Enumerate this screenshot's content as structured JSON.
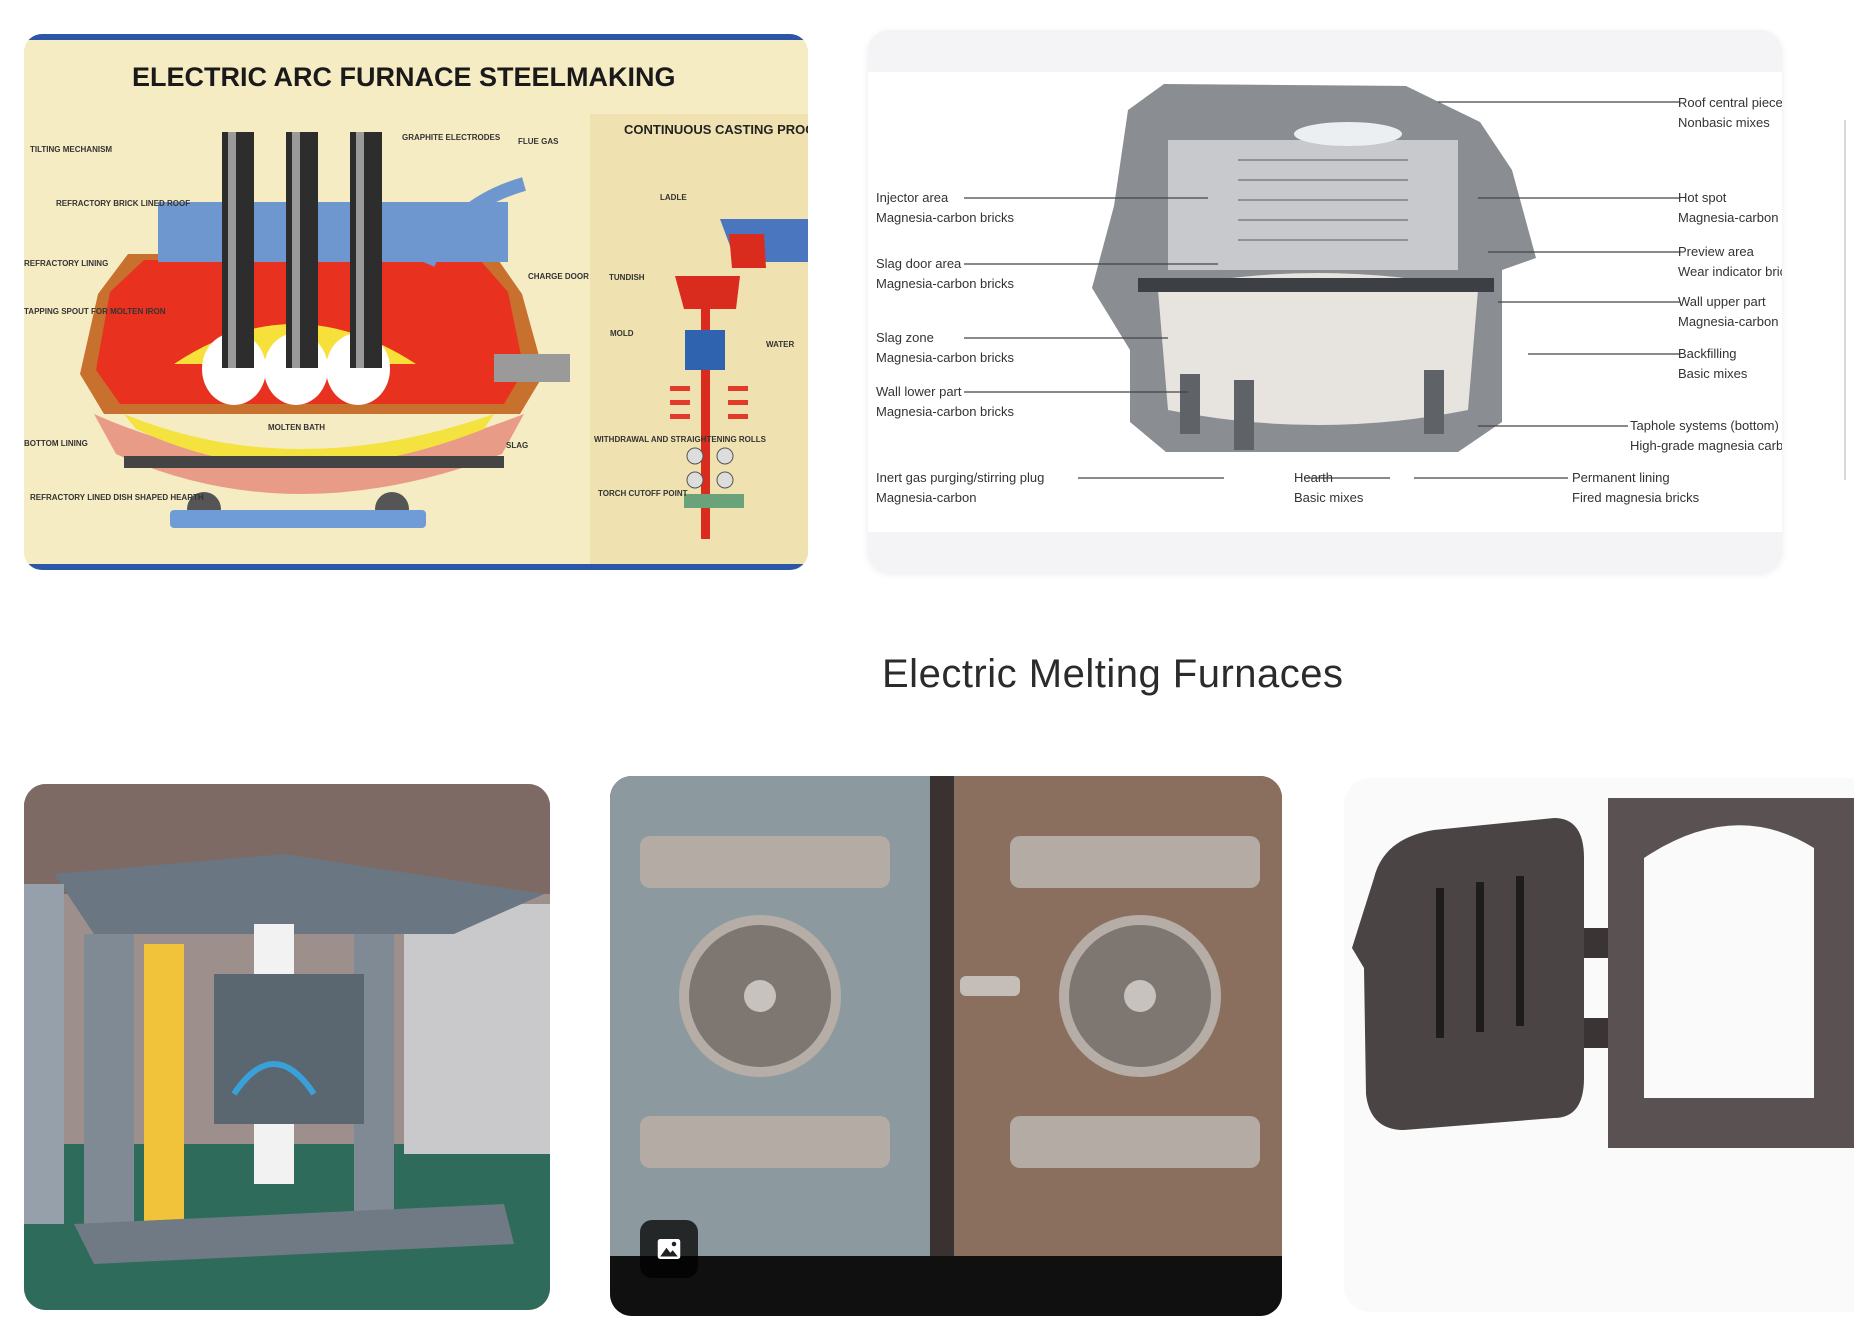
{
  "section_title": "Electric Melting Furnaces",
  "cards": {
    "eaf": {
      "title": "ELECTRIC ARC FURNACE STEELMAKING",
      "subtitle": "CONTINUOUS CASTING PROCESS",
      "labels": {
        "tilting": "TILTING MECHANISM",
        "graphite": "GRAPHITE ELECTRODES",
        "flue": "FLUE GAS",
        "roof": "REFRACTORY BRICK LINED ROOF",
        "refr": "REFRACTORY LINING",
        "tapping": "TAPPING SPOUT FOR MOLTEN IRON",
        "charge": "CHARGE DOOR",
        "bath": "MOLTEN BATH",
        "bottom": "BOTTOM LINING",
        "dish": "REFRACTORY LINED DISH SHAPED HEARTH",
        "slag": "SLAG",
        "ladle": "LADLE",
        "tundish": "TUNDISH",
        "mold": "MOLD",
        "water": "WATER",
        "rolls": "WITHDRAWAL AND STRAIGHTENING ROLLS",
        "torch": "TORCH CUTOFF POINT"
      }
    },
    "cutaway": {
      "labels": [
        {
          "a": "Roof central piece",
          "b": "Nonbasic mixes"
        },
        {
          "a": "Injector area",
          "b": "Magnesia-carbon bricks"
        },
        {
          "a": "Hot spot",
          "b": "Magnesia-carbon"
        },
        {
          "a": "Slag door area",
          "b": "Magnesia-carbon bricks"
        },
        {
          "a": "Preview area",
          "b": "Wear indicator bricks"
        },
        {
          "a": "Wall upper part",
          "b": "Magnesia-carbon"
        },
        {
          "a": "Slag zone",
          "b": "Magnesia-carbon bricks"
        },
        {
          "a": "Backfilling",
          "b": "Basic mixes"
        },
        {
          "a": "Wall lower part",
          "b": "Magnesia-carbon bricks"
        },
        {
          "a": "Taphole systems (bottom)",
          "b": "High-grade magnesia carbon"
        },
        {
          "a": "Inert gas purging/stirring plug",
          "b": "Magnesia-carbon"
        },
        {
          "a": "Hearth",
          "b": "Basic mixes"
        },
        {
          "a": "Permanent lining",
          "b": "Fired magnesia bricks"
        }
      ]
    }
  },
  "colors": {
    "flame_red": "#e8321f",
    "molten_yellow": "#f7e03a",
    "poster_bg": "#f6ecc4",
    "steel_grey": "#7e858c",
    "frame_blue": "#2c56a8"
  },
  "icons": {
    "image_badge": "image-icon"
  }
}
